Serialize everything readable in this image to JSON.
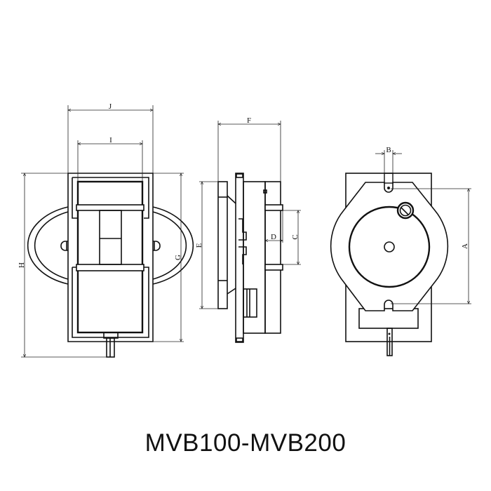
{
  "title": "MVB100-MVB200",
  "dimensions": {
    "front_view": {
      "outer_width": "J",
      "inner_width": "I",
      "total_height": "H",
      "body_height": "G"
    },
    "side_view": {
      "depth": "F",
      "plate_height": "E",
      "slot_depth": "D",
      "slot_width": "C"
    },
    "rear_view": {
      "slot_width": "B",
      "hole_spacing": "A"
    }
  }
}
